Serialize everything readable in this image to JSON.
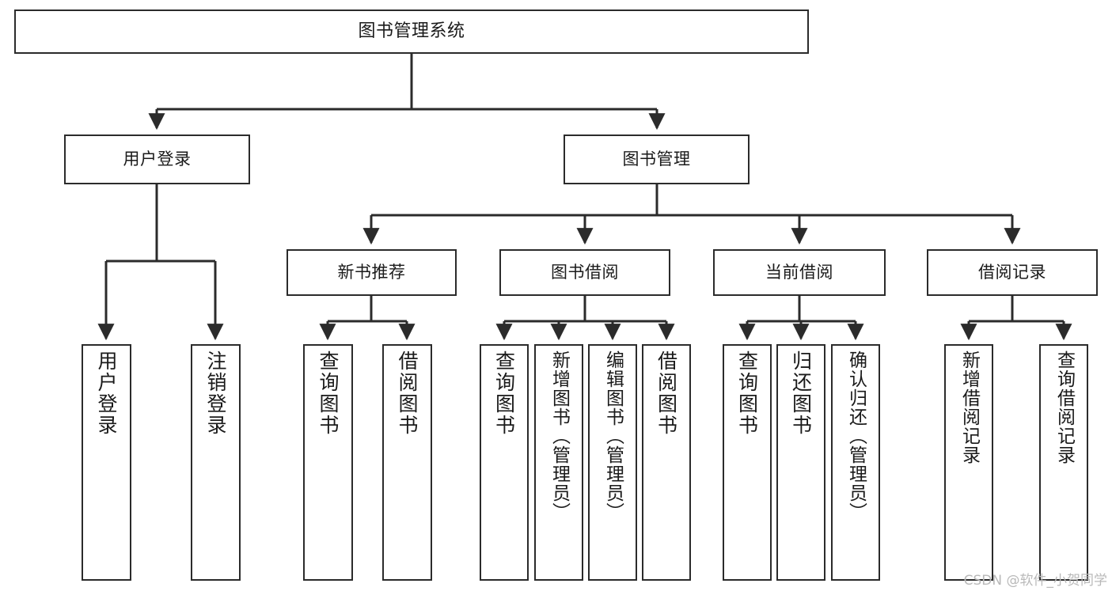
{
  "diagram": {
    "title": "图书管理系统",
    "type": "tree-hierarchy",
    "colors": {
      "box_border": "#2b2b2b",
      "box_fill": "#ffffff",
      "edge": "#2b2b2b",
      "background": "#ffffff",
      "watermark": "#b9b9b9"
    },
    "watermark": "CSDN @软件_小贺同学"
  },
  "nodes": {
    "root": {
      "label": "图书管理系统"
    },
    "level2": [
      {
        "label": "用户登录"
      },
      {
        "label": "图书管理"
      }
    ],
    "level3": [
      {
        "label": "新书推荐"
      },
      {
        "label": "图书借阅"
      },
      {
        "label": "当前借阅"
      },
      {
        "label": "借阅记录"
      }
    ],
    "leaves_login": [
      {
        "label": "用户登录"
      },
      {
        "label": "注销登录"
      }
    ],
    "leaves_newbook": [
      {
        "label": "查询图书"
      },
      {
        "label": "借阅图书"
      }
    ],
    "leaves_borrow": [
      {
        "label": "查询图书"
      },
      {
        "label": "新增图书（管理员）"
      },
      {
        "label": "编辑图书（管理员）"
      },
      {
        "label": "借阅图书"
      }
    ],
    "leaves_current": [
      {
        "label": "查询图书"
      },
      {
        "label": "归还图书"
      },
      {
        "label": "确认归还（管理员）"
      }
    ],
    "leaves_record": [
      {
        "label": "新增借阅记录"
      },
      {
        "label": "查询借阅记录"
      }
    ]
  }
}
